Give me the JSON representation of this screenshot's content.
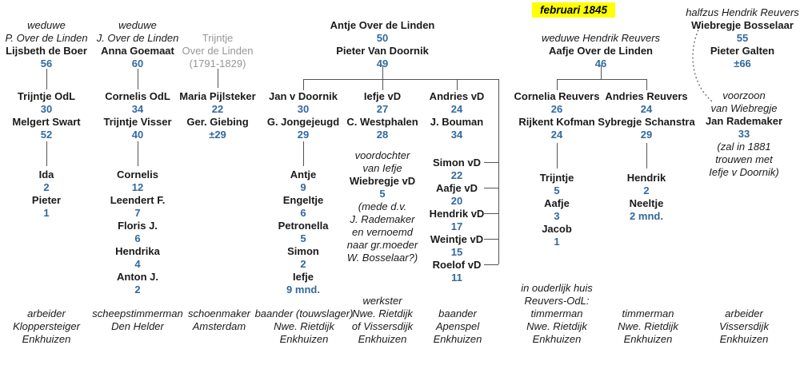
{
  "header": {
    "date_badge": "februari 1845"
  },
  "palette": {
    "age_blue": "#31699e",
    "deceased_gray": "#979797",
    "highlight_yellow": "#ffff00",
    "connector": "#555555"
  },
  "blocks": [
    {
      "id": "widow-p-over-de-linden",
      "lines": [
        {
          "style": "note",
          "text": "weduwe"
        },
        {
          "style": "note",
          "text": "P. Over de Linden"
        },
        {
          "style": "name",
          "text": "Lijsbeth de Boer"
        },
        {
          "style": "age",
          "text": "56"
        }
      ]
    },
    {
      "id": "widow-j-over-de-linden",
      "lines": [
        {
          "style": "note",
          "text": "weduwe"
        },
        {
          "style": "note",
          "text": "J. Over de Linden"
        },
        {
          "style": "name",
          "text": "Anna Goemaat"
        },
        {
          "style": "age",
          "text": "60"
        }
      ]
    },
    {
      "id": "trijntje-over-de-linden-deceased",
      "lines": [
        {
          "style": "gray",
          "text": "Trijntje"
        },
        {
          "style": "gray",
          "text": "Over de Linden"
        },
        {
          "style": "gray",
          "text": "(1791-1829)"
        }
      ]
    },
    {
      "id": "antje-pieter-couple",
      "lines": [
        {
          "style": "name",
          "text": "Antje Over de Linden"
        },
        {
          "style": "age",
          "text": "50"
        },
        {
          "style": "name",
          "text": "Pieter Van Doornik"
        },
        {
          "style": "age",
          "text": "49"
        }
      ]
    },
    {
      "id": "aafje-over-de-linden",
      "lines": [
        {
          "style": "note",
          "text": "weduwe Hendrik Reuvers"
        },
        {
          "style": "name",
          "text": "Aafje Over de Linden"
        },
        {
          "style": "age",
          "text": "46"
        }
      ]
    },
    {
      "id": "wiebregje-bosselaar",
      "lines": [
        {
          "style": "note",
          "text": "halfzus Hendrik Reuvers"
        },
        {
          "style": "name",
          "text": "Wiebregje Bosselaar"
        },
        {
          "style": "age",
          "text": "55"
        },
        {
          "style": "name",
          "text": "Pieter Galten"
        },
        {
          "style": "age",
          "text": "±66"
        }
      ]
    },
    {
      "id": "trijntje-melgert-couple",
      "lines": [
        {
          "style": "name",
          "text": "Trijntje OdL"
        },
        {
          "style": "age",
          "text": "30"
        },
        {
          "style": "name",
          "text": "Melgert Swart"
        },
        {
          "style": "age",
          "text": "52"
        }
      ]
    },
    {
      "id": "cornelis-trijntje-couple",
      "lines": [
        {
          "style": "name",
          "text": "Cornelis OdL"
        },
        {
          "style": "age",
          "text": "34"
        },
        {
          "style": "name",
          "text": "Trijntje Visser"
        },
        {
          "style": "age",
          "text": "40"
        }
      ]
    },
    {
      "id": "maria-ger-couple",
      "lines": [
        {
          "style": "name",
          "text": "Maria Pijlsteker"
        },
        {
          "style": "age",
          "text": "22"
        },
        {
          "style": "name",
          "text": "Ger. Giebing"
        },
        {
          "style": "age",
          "text": "±29"
        }
      ]
    },
    {
      "id": "jan-doornik-couple",
      "lines": [
        {
          "style": "name",
          "text": "Jan v Doornik"
        },
        {
          "style": "age",
          "text": "30"
        },
        {
          "style": "name",
          "text": "G. Jongejeugd"
        },
        {
          "style": "age",
          "text": "29"
        }
      ]
    },
    {
      "id": "iefje-westphalen-couple",
      "lines": [
        {
          "style": "name",
          "text": "Iefje vD"
        },
        {
          "style": "age",
          "text": "27"
        },
        {
          "style": "name",
          "text": "C. Westphalen"
        },
        {
          "style": "age",
          "text": "28"
        }
      ]
    },
    {
      "id": "andries-bouman-couple",
      "lines": [
        {
          "style": "name",
          "text": "Andries vD"
        },
        {
          "style": "age",
          "text": "24"
        },
        {
          "style": "name",
          "text": "J. Bouman"
        },
        {
          "style": "age",
          "text": "34"
        }
      ]
    },
    {
      "id": "cornelia-rijkent-couple",
      "lines": [
        {
          "style": "name",
          "text": "Cornelia Reuvers"
        },
        {
          "style": "age",
          "text": "26"
        },
        {
          "style": "name",
          "text": "Rijkent Kofman"
        },
        {
          "style": "age",
          "text": "24"
        }
      ]
    },
    {
      "id": "andries-sybregje-couple",
      "lines": [
        {
          "style": "name",
          "text": "Andries Reuvers"
        },
        {
          "style": "age",
          "text": "24"
        },
        {
          "style": "name",
          "text": "Sybregje Schanstra"
        },
        {
          "style": "age",
          "text": "29"
        }
      ]
    },
    {
      "id": "jan-rademaker",
      "lines": [
        {
          "style": "note",
          "text": "voorzoon"
        },
        {
          "style": "note",
          "text": "van Wiebregje"
        },
        {
          "style": "name",
          "text": "Jan Rademaker"
        },
        {
          "style": "age",
          "text": "33"
        },
        {
          "style": "note",
          "text": "(zal in 1881"
        },
        {
          "style": "note",
          "text": "trouwen met"
        },
        {
          "style": "note",
          "text": "Iefje v Doornik)"
        }
      ]
    },
    {
      "id": "children-swart",
      "lines": [
        {
          "style": "name",
          "text": "Ida"
        },
        {
          "style": "age",
          "text": "2"
        },
        {
          "style": "name",
          "text": "Pieter"
        },
        {
          "style": "age",
          "text": "1"
        }
      ]
    },
    {
      "id": "children-odl",
      "lines": [
        {
          "style": "name",
          "text": "Cornelis"
        },
        {
          "style": "age",
          "text": "12"
        },
        {
          "style": "name",
          "text": "Leendert F."
        },
        {
          "style": "age",
          "text": "7"
        },
        {
          "style": "name",
          "text": "Floris J."
        },
        {
          "style": "age",
          "text": "6"
        },
        {
          "style": "name",
          "text": "Hendrika"
        },
        {
          "style": "age",
          "text": "4"
        },
        {
          "style": "name",
          "text": "Anton J."
        },
        {
          "style": "age",
          "text": "2"
        }
      ]
    },
    {
      "id": "children-jongejeugd",
      "lines": [
        {
          "style": "name",
          "text": "Antje"
        },
        {
          "style": "age",
          "text": "9"
        },
        {
          "style": "name",
          "text": "Engeltje"
        },
        {
          "style": "age",
          "text": "6"
        },
        {
          "style": "name",
          "text": "Petronella"
        },
        {
          "style": "age",
          "text": "5"
        },
        {
          "style": "name",
          "text": "Simon"
        },
        {
          "style": "age",
          "text": "2"
        },
        {
          "style": "name",
          "text": "Iefje"
        },
        {
          "style": "age",
          "text": "9 mnd."
        }
      ]
    },
    {
      "id": "wiebregje-vd-note",
      "lines": [
        {
          "style": "note",
          "text": "voordochter"
        },
        {
          "style": "note",
          "text": "van Iefje"
        },
        {
          "style": "name",
          "text": "Wiebregje vD"
        },
        {
          "style": "age",
          "text": "5"
        },
        {
          "style": "note",
          "text": "(mede d.v."
        },
        {
          "style": "note",
          "text": "J. Rademaker"
        },
        {
          "style": "note",
          "text": "en vernoemd"
        },
        {
          "style": "note",
          "text": "naar gr.moeder"
        },
        {
          "style": "note",
          "text": "W. Bosselaar?)"
        }
      ]
    },
    {
      "id": "children-van-doornik",
      "lines": [
        {
          "style": "name",
          "text": "Simon vD"
        },
        {
          "style": "age",
          "text": "22"
        },
        {
          "style": "name",
          "text": "Aafje vD"
        },
        {
          "style": "age",
          "text": "20"
        },
        {
          "style": "name",
          "text": "Hendrik vD"
        },
        {
          "style": "age",
          "text": "17"
        },
        {
          "style": "name",
          "text": "Weintje vD"
        },
        {
          "style": "age",
          "text": "15"
        },
        {
          "style": "name",
          "text": "Roelof vD"
        },
        {
          "style": "age",
          "text": "11"
        }
      ]
    },
    {
      "id": "children-kofman",
      "lines": [
        {
          "style": "name",
          "text": "Trijntje"
        },
        {
          "style": "age",
          "text": "5"
        },
        {
          "style": "name",
          "text": "Aafje"
        },
        {
          "style": "age",
          "text": "3"
        },
        {
          "style": "name",
          "text": "Jacob"
        },
        {
          "style": "age",
          "text": "1"
        }
      ]
    },
    {
      "id": "children-schanstra",
      "lines": [
        {
          "style": "name",
          "text": "Hendrik"
        },
        {
          "style": "age",
          "text": "2"
        },
        {
          "style": "name",
          "text": "Neeltje"
        },
        {
          "style": "age",
          "text": "2 mnd."
        }
      ]
    },
    {
      "id": "occupation-boer",
      "lines": [
        {
          "style": "note",
          "text": "arbeider"
        },
        {
          "style": "note",
          "text": "Kloppersteiger"
        },
        {
          "style": "note",
          "text": "Enkhuizen"
        }
      ]
    },
    {
      "id": "occupation-goemaat",
      "lines": [
        {
          "style": "note",
          "text": "scheepstimmerman"
        },
        {
          "style": "note",
          "text": "Den Helder"
        }
      ]
    },
    {
      "id": "occupation-pijlsteker",
      "lines": [
        {
          "style": "note",
          "text": "schoenmaker"
        },
        {
          "style": "note",
          "text": "Amsterdam"
        }
      ]
    },
    {
      "id": "occupation-jan-doornik",
      "lines": [
        {
          "style": "note",
          "text": "baander (touwslager)"
        },
        {
          "style": "note",
          "text": "Nwe. Rietdijk"
        },
        {
          "style": "note",
          "text": "Enkhuizen"
        }
      ]
    },
    {
      "id": "occupation-iefje",
      "lines": [
        {
          "style": "note",
          "text": "werkster"
        },
        {
          "style": "note",
          "text": "Nwe. Rietdijk"
        },
        {
          "style": "note",
          "text": "of Vissersdijk"
        },
        {
          "style": "note",
          "text": "Enkhuizen"
        }
      ]
    },
    {
      "id": "occupation-andries-vd",
      "lines": [
        {
          "style": "note",
          "text": "baander"
        },
        {
          "style": "note",
          "text": "Apenspel"
        },
        {
          "style": "note",
          "text": "Enkhuizen"
        }
      ]
    },
    {
      "id": "occupation-cornelia",
      "lines": [
        {
          "style": "note",
          "text": "in ouderlijk huis"
        },
        {
          "style": "note",
          "text": "Reuvers-OdL:"
        },
        {
          "style": "note",
          "text": "timmerman"
        },
        {
          "style": "note",
          "text": "Nwe. Rietdijk"
        },
        {
          "style": "note",
          "text": "Enkhuizen"
        }
      ]
    },
    {
      "id": "occupation-andries-reuvers",
      "lines": [
        {
          "style": "note",
          "text": "timmerman"
        },
        {
          "style": "note",
          "text": "Nwe. Rietdijk"
        },
        {
          "style": "note",
          "text": "Enkhuizen"
        }
      ]
    },
    {
      "id": "occupation-galten",
      "lines": [
        {
          "style": "note",
          "text": "arbeider"
        },
        {
          "style": "note",
          "text": "Vissersdijk"
        },
        {
          "style": "note",
          "text": "Enkhuizen"
        }
      ]
    }
  ]
}
